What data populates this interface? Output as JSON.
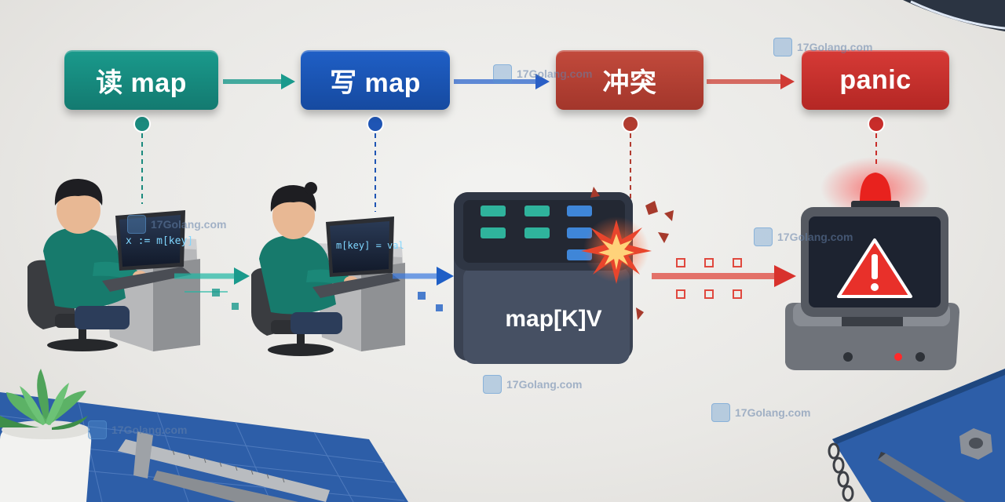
{
  "steps": [
    {
      "label": "读 map",
      "color": "#1a9a8c"
    },
    {
      "label": "写 map",
      "color": "#1f5fc6"
    },
    {
      "label": "冲突",
      "color": "#c24a3c"
    },
    {
      "label": "panic",
      "color": "#d63a36"
    }
  ],
  "reader_code": "x := m[key]",
  "writer_code": "m[key] = val",
  "map_box_label": "map[K]V",
  "watermark": "17Golang.com",
  "colors": {
    "read": "#1a9a8c",
    "write": "#1f5fc6",
    "conflict": "#c24a3c",
    "panic": "#d63a36"
  }
}
